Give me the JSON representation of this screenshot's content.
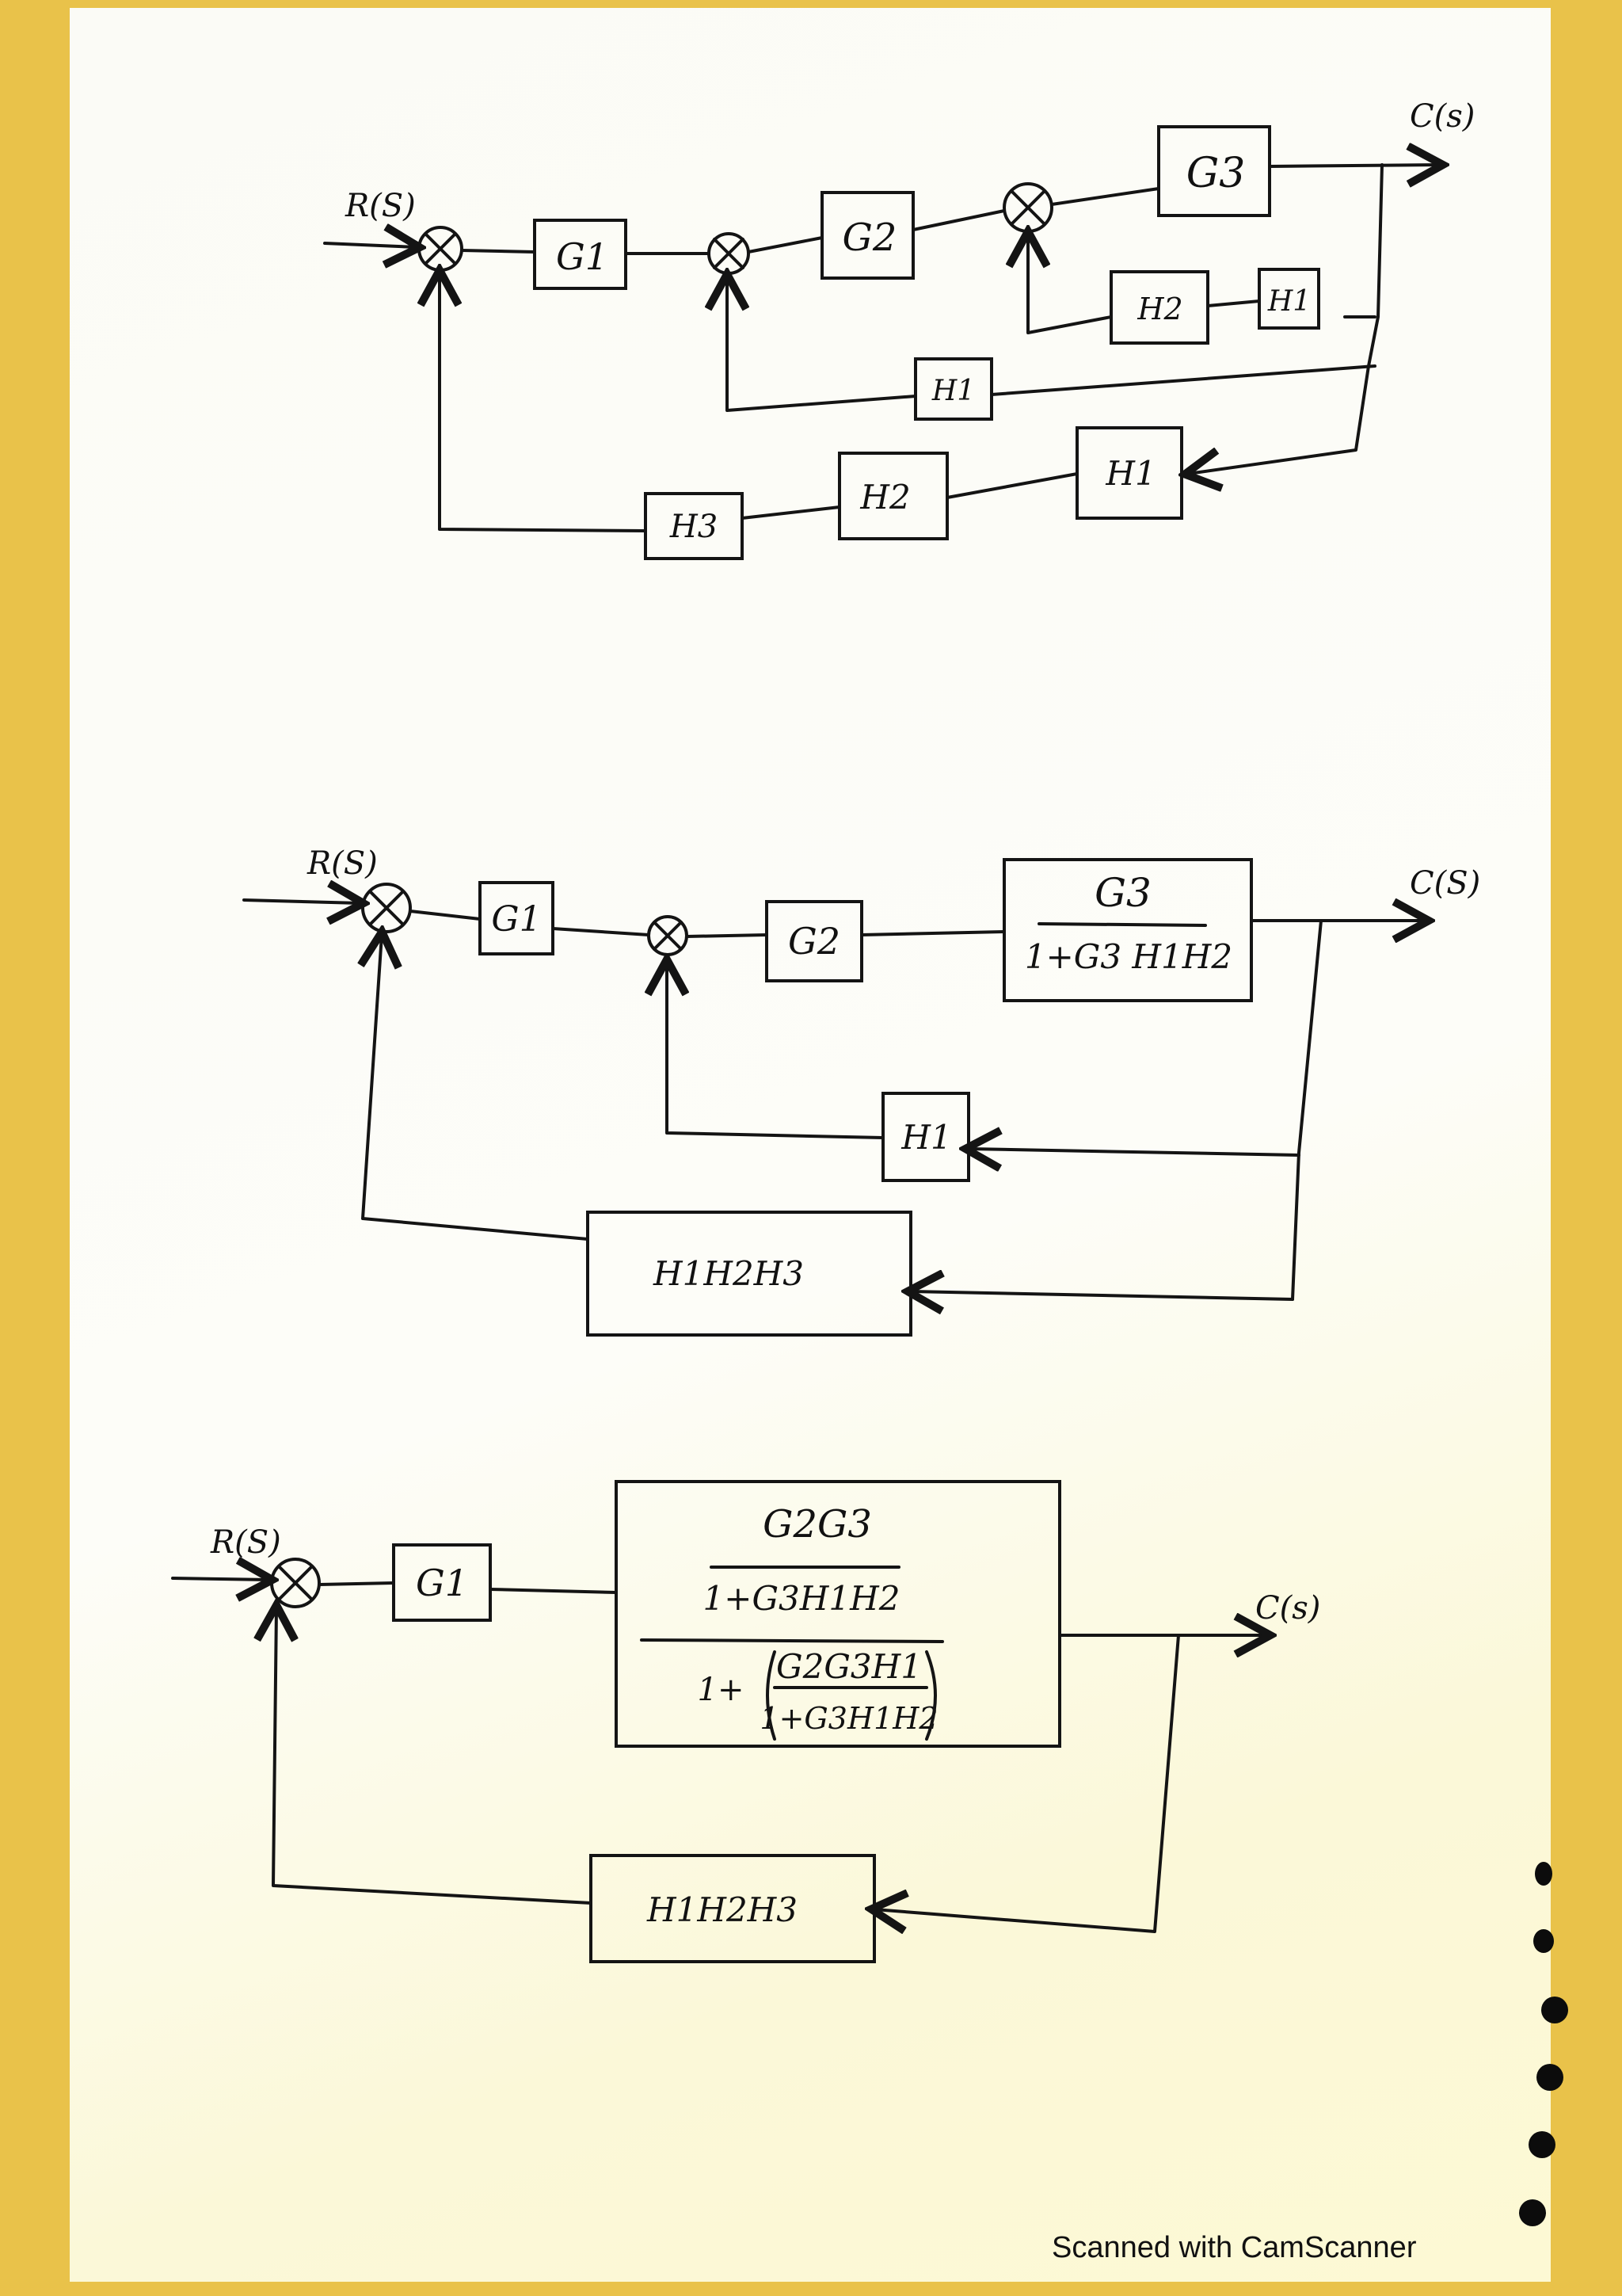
{
  "diagram1": {
    "input": "R(S)",
    "output": "C(s)",
    "g1": "G1",
    "g2": "G2",
    "g3": "G3",
    "h2_inner": "H2",
    "h1_inner": "H1",
    "h1_mid": "H1",
    "h1_out": "H1",
    "h2_out": "H2",
    "h3_out": "H3"
  },
  "diagram2": {
    "input": "R(S)",
    "output": "C(S)",
    "g1": "G1",
    "g2": "G2",
    "g3_num": "G3",
    "g3_den": "1+G3 H1H2",
    "h1": "H1",
    "h123": "H1H2H3"
  },
  "diagram3": {
    "input": "R(S)",
    "output": "C(s)",
    "g1": "G1",
    "num_top": "G2G3",
    "num_bot": "1+G3H1H2",
    "den_prefix": "1+",
    "den_top": "G2G3H1",
    "den_bot": "1+G3H1H2",
    "h123": "H1H2H3"
  },
  "footer": "Scanned with CamScanner"
}
